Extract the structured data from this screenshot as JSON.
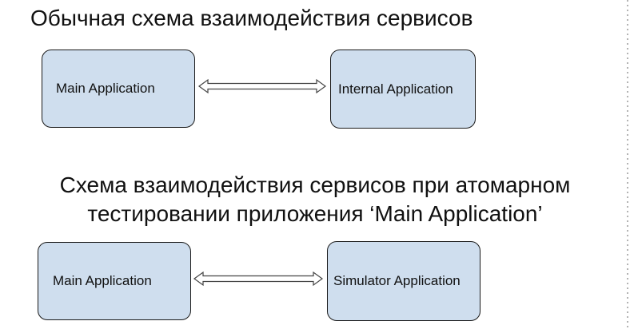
{
  "headings": {
    "normal_scheme": "Обычная схема взаимодействия сервисов",
    "atomic_scheme_line1": "Схема взаимодействия сервисов при атомарном",
    "atomic_scheme_line2": "тестировании приложения ‘Main Application’"
  },
  "diagram_normal": {
    "left_box": "Main Application",
    "right_box": "Internal Application"
  },
  "diagram_atomic": {
    "left_box": "Main Application",
    "right_box": "Simulator Application"
  },
  "colors": {
    "box_fill": "#cfdeee",
    "box_border": "#1a1a1a",
    "arrow_fill": "#ffffff",
    "arrow_stroke": "#444444"
  }
}
